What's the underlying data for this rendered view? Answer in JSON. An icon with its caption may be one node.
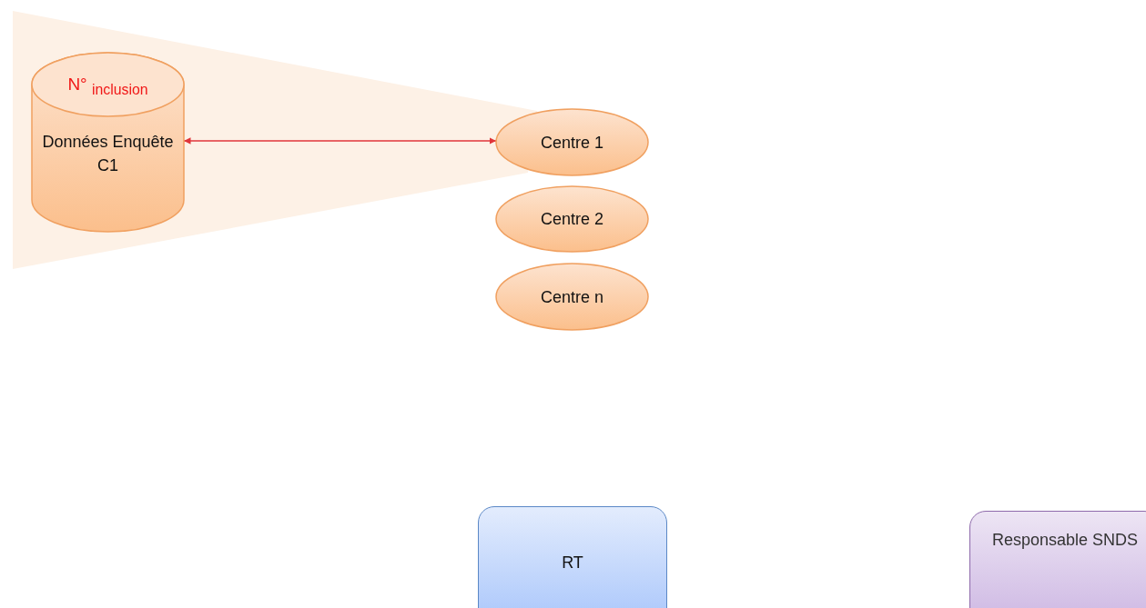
{
  "diagram": {
    "nodes": [
      {
        "text": [
          "N° $_{inclusion}$",
          "Données Enquête C1"
        ]
      },
      {
        "text": [
          "Centre 1"
        ]
      },
      {
        "text": [
          "Centre 2"
        ]
      },
      {
        "text": [
          "Centre n"
        ]
      },
      {
        "text": [
          "RT"
        ]
      },
      {
        "text": [
          "Responsable SNDS"
        ]
      }
    ],
    "edges": [
      {
        "from": 1,
        "to": 0,
        "arrow": "both"
      }
    ]
  }
}
